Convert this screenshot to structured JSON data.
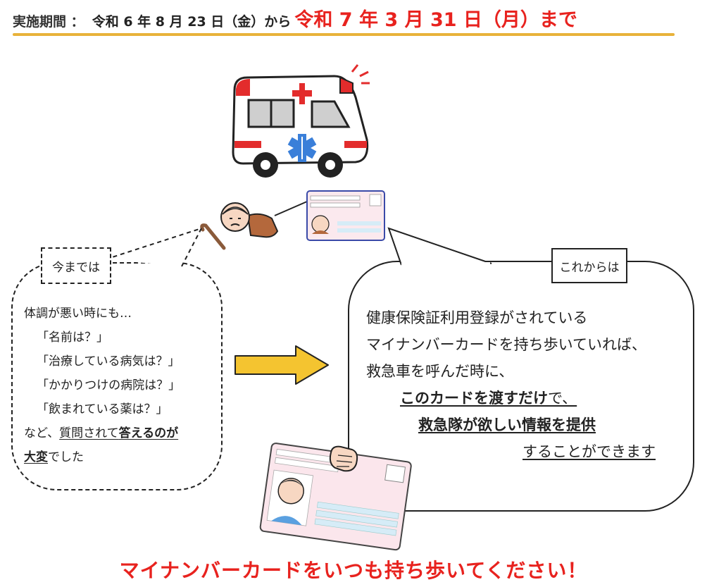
{
  "period": {
    "label": "実施期間 ：",
    "start": "令和 6 年 8 月 23 日（金）から",
    "end": "令和 7 年 3 月 31 日（月）まで"
  },
  "before": {
    "tag": "今までは",
    "intro": "体調が悪い時にも…",
    "questions": [
      "「名前は？」",
      "「治療している病気は？」",
      "「かかりつけの病院は？」",
      "「飲まれている薬は？」"
    ],
    "closing_pre": "など、",
    "closing_u1": "質問されて",
    "closing_u2": "答えるのが",
    "closing_u3": "大変",
    "closing_post": "でした"
  },
  "after": {
    "tag": "これからは",
    "line1": "健康保険証利用登録がされている",
    "line2": "マイナンバーカードを持ち歩いていれば、",
    "line3": "救急車を呼んだ時に、",
    "line4_bold": "このカードを渡すだけ",
    "line4_rest": "で、",
    "line5_pre": "救急隊が欲しい",
    "line5_bold": "情報を提供",
    "line6": "することができます"
  },
  "footer": "マイナンバーカードをいつも持ち歩いてください！",
  "colors": {
    "accent_red": "#e8221e",
    "rule_gold": "#e8b23a",
    "arrow_yellow": "#f4c430"
  }
}
